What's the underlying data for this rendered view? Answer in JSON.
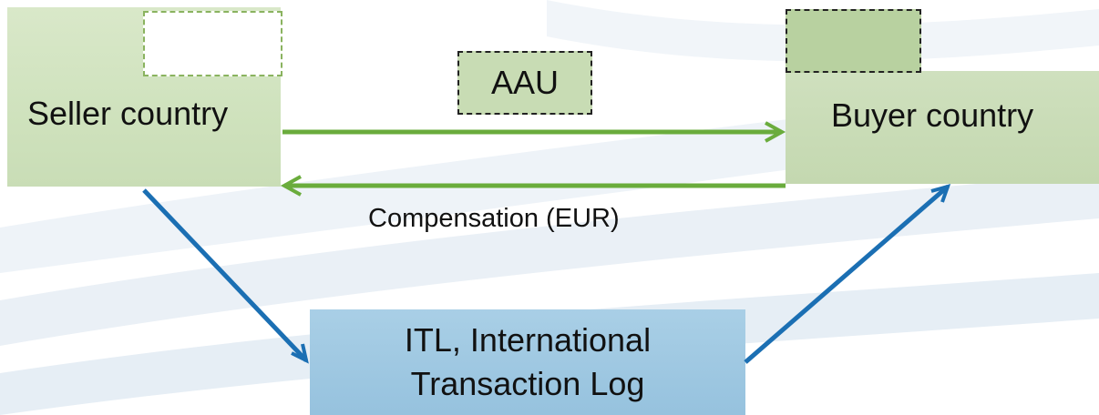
{
  "nodes": {
    "seller": "Seller country",
    "buyer": "Buyer country",
    "aau": "AAU",
    "itl_line1": "ITL, International",
    "itl_line2": "Transaction Log"
  },
  "edges": {
    "compensation": "Compensation (EUR)"
  },
  "colors": {
    "green_arrow": "#6aac3c",
    "blue_arrow": "#1b6fb3",
    "seller_fill": "#d3e5c2",
    "buyer_fill": "#c4d8b0",
    "itl_fill": "#9dc6e0"
  }
}
